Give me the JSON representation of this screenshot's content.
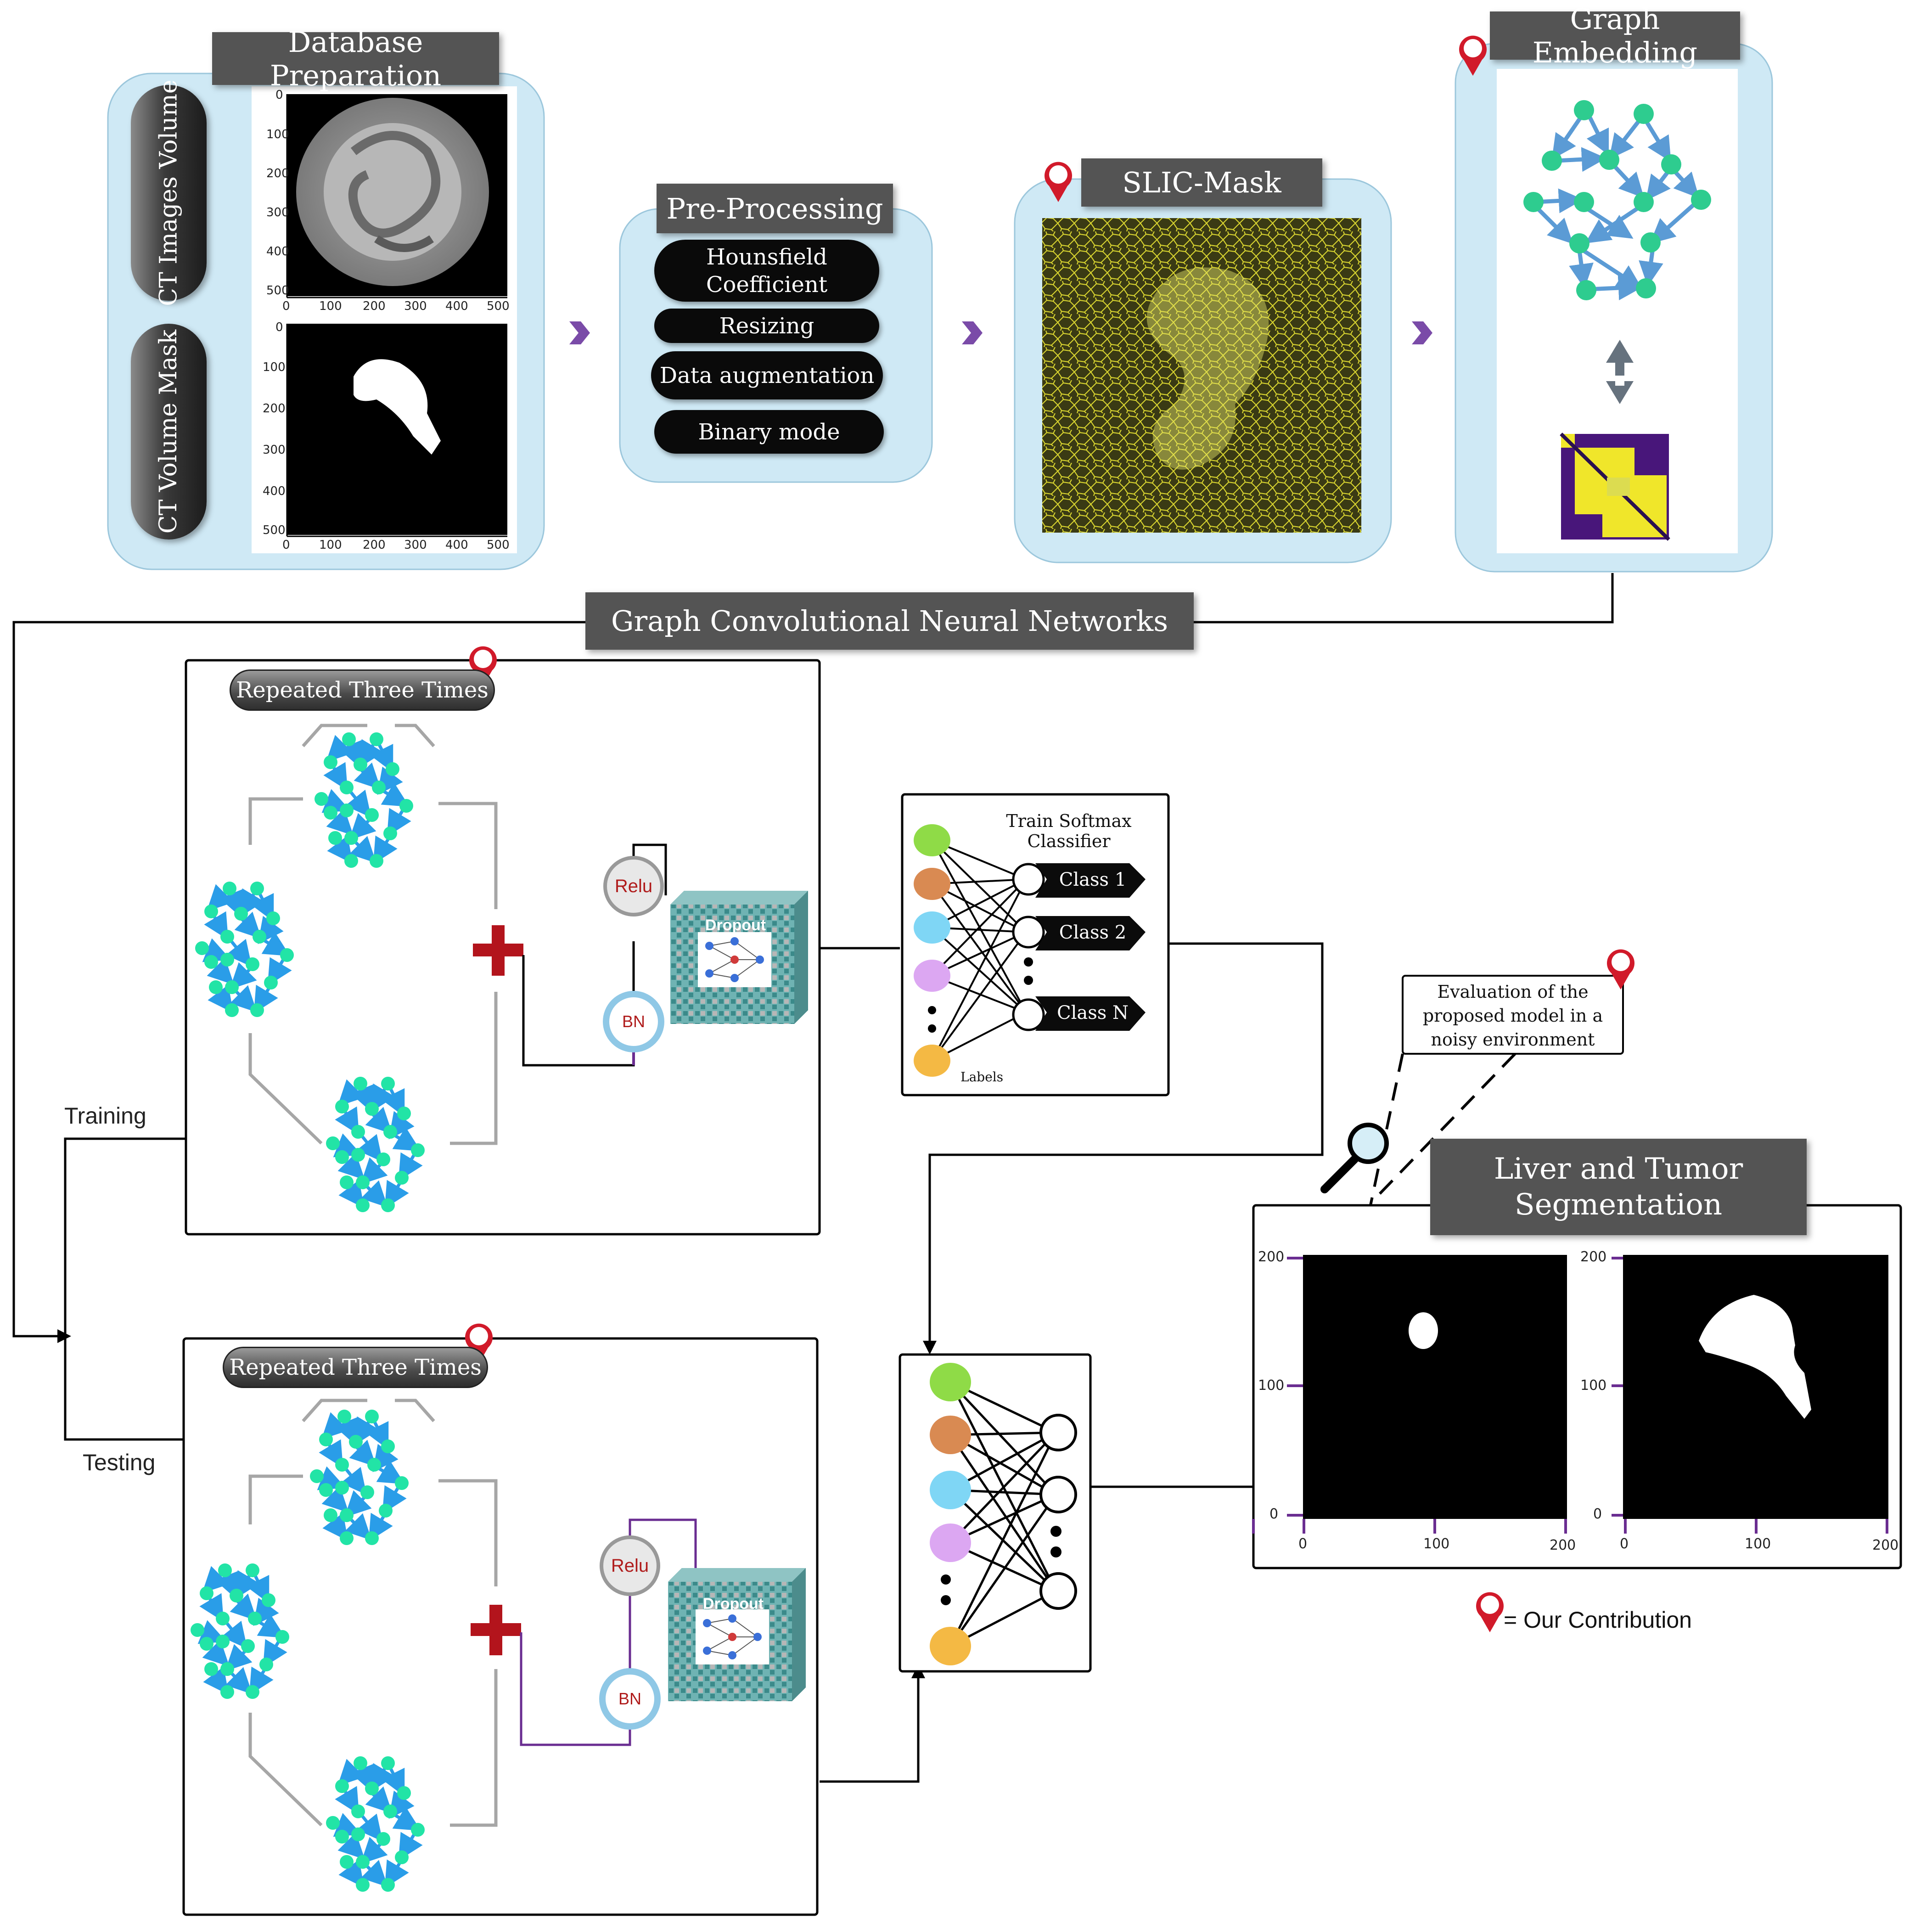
{
  "database": {
    "title": "Database Preparation",
    "ct_images_label": "CT Images Volume",
    "ct_mask_label": "CT Volume Mask",
    "ct_y_ticks": [
      "0",
      "100",
      "200",
      "300",
      "400",
      "500"
    ],
    "ct_x_ticks": [
      "0",
      "100",
      "200",
      "300",
      "400",
      "500"
    ]
  },
  "preprocessing": {
    "title": "Pre-Processing",
    "steps": [
      "Hounsfield Coefficient",
      "Resizing",
      "Data augmentation",
      "Binary mode"
    ]
  },
  "slic": {
    "title": "SLIC-Mask"
  },
  "graph_embedding": {
    "title": "Graph Embedding"
  },
  "gcn": {
    "title": "Graph Convolutional Neural Networks",
    "training_label": "Training",
    "testing_label": "Testing",
    "repeated_label": "Repeated Three Times",
    "relu_label": "Relu",
    "bn_label": "BN",
    "dropout_label": "Dropout"
  },
  "classifier": {
    "title": "Train Softmax Classifier",
    "classes": [
      "Class 1",
      "Class 2",
      "Class N"
    ],
    "labels_text": "Labels",
    "node_colors": [
      "#8fdb47",
      "#d98a52",
      "#7fd6f5",
      "#dca7f2",
      "#f4b944"
    ]
  },
  "evaluation": {
    "text_lines": [
      "Evaluation of the",
      "proposed model in a",
      "noisy environment"
    ]
  },
  "segmentation": {
    "title_lines": [
      "Liver and Tumor",
      "Segmentation"
    ],
    "y_ticks": [
      "200",
      "100",
      "0"
    ],
    "x_ticks": [
      "0",
      "100",
      "200"
    ]
  },
  "legend": {
    "text": "= Our Contribution"
  },
  "colors": {
    "panel_fill": "#cfe9f5",
    "header_fill": "#545454",
    "graph_node": "#2ecc8f",
    "gcn_node": "#22e4a6",
    "gcn_arrow": "#2a9de8",
    "marker_red": "#d11a2a",
    "plus_red": "#b3141c",
    "purple": "#6a2d91"
  }
}
